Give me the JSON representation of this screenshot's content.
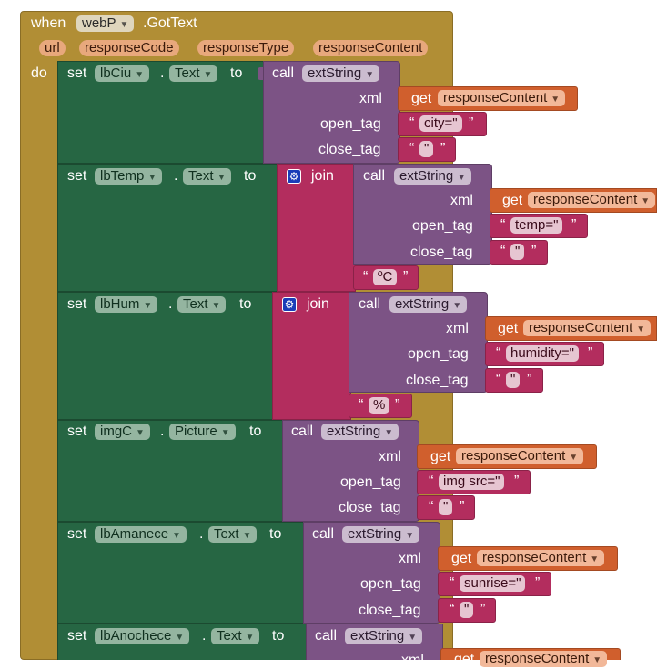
{
  "event": {
    "when": "when",
    "component": "webP",
    "method": ".GotText",
    "do": "do",
    "params": [
      "url",
      "responseCode",
      "responseType",
      "responseContent"
    ]
  },
  "labels": {
    "set": "set",
    "to": "to",
    "call": "call",
    "get": "get",
    "join": "join",
    "dot": ".",
    "xml": "xml",
    "open_tag": "open_tag",
    "close_tag": "close_tag"
  },
  "procedure": "extString",
  "get_var": "responseContent",
  "open_q": "“",
  "close_q": "”",
  "rows": [
    {
      "component": "lbCiu",
      "property": "Text",
      "open_tag": "city=\"",
      "close_tag": "\""
    },
    {
      "component": "lbTemp",
      "property": "Text",
      "open_tag": "temp=\"",
      "close_tag": "\"",
      "join_text": "ºC"
    },
    {
      "component": "lbHum",
      "property": "Text",
      "open_tag": "humidity=\"",
      "close_tag": "\"",
      "join_text": "%"
    },
    {
      "component": "imgC",
      "property": "Picture",
      "open_tag": "img src=\"",
      "close_tag": "\""
    },
    {
      "component": "lbAmanece",
      "property": "Text",
      "open_tag": "sunrise=\"",
      "close_tag": "\""
    },
    {
      "component": "lbAnochece",
      "property": "Text"
    }
  ],
  "colors": {
    "event": "#b18e35",
    "set": "#266643",
    "call": "#7c5385",
    "join": "#b32d5e",
    "get": "#d05f2d",
    "text": "#b32d5e"
  }
}
